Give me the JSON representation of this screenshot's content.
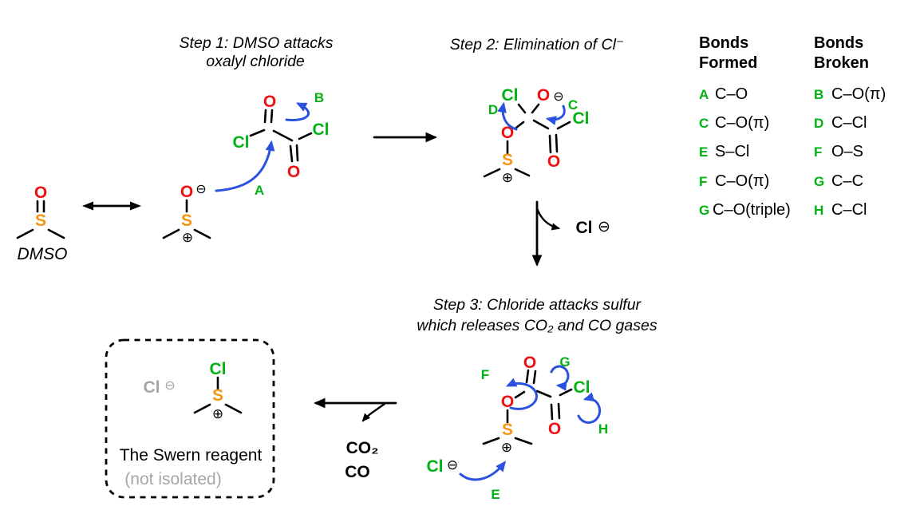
{
  "colors": {
    "red": "#ee1111",
    "orange": "#f79410",
    "green": "#00b212",
    "blue": "#2a52de",
    "gray": "#a6a6a6",
    "black": "#000000"
  },
  "atoms": {
    "O": "O",
    "S": "S",
    "Cl": "Cl"
  },
  "charges": {
    "plus": "⊕",
    "minus": "⊖"
  },
  "arrow_labels": {
    "A": "A",
    "B": "B",
    "C": "C",
    "D": "D",
    "E": "E",
    "F": "F",
    "G": "G",
    "H": "H"
  },
  "titles": {
    "step1_line1": "Step 1: DMSO attacks",
    "step1_line2": "oxalyl chloride",
    "step2": "Step 2: Elimination of Cl⁻",
    "step3_line1": "Step 3: Chloride attacks sulfur",
    "step3_line2": "which releases CO₂ and CO gases"
  },
  "labels": {
    "dmso": "DMSO",
    "co2": "CO₂",
    "co": "CO",
    "swern_title": "The Swern reagent",
    "swern_subtitle": "(not isolated)"
  },
  "legend": {
    "formed": {
      "heading_line1": "Bonds",
      "heading_line2": "Formed",
      "items": [
        {
          "key": "A",
          "bond": "C–O"
        },
        {
          "key": "C",
          "bond": "C–O(π)"
        },
        {
          "key": "E",
          "bond": "S–Cl"
        },
        {
          "key": "F",
          "bond": "C–O(π)"
        },
        {
          "key": "G",
          "bond": "C–O(triple)"
        }
      ]
    },
    "broken": {
      "heading_line1": "Bonds",
      "heading_line2": "Broken",
      "items": [
        {
          "key": "B",
          "bond": "C–O(π)"
        },
        {
          "key": "D",
          "bond": "C–Cl"
        },
        {
          "key": "F",
          "bond": "O–S"
        },
        {
          "key": "G",
          "bond": "C–C"
        },
        {
          "key": "H",
          "bond": "C–Cl"
        }
      ]
    }
  }
}
